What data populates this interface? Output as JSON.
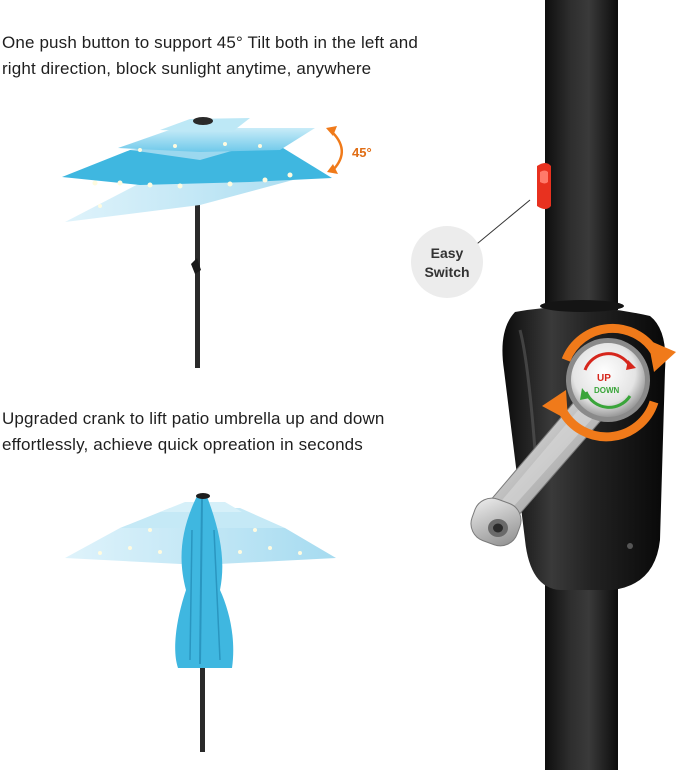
{
  "features": [
    {
      "caption_line1": "One push button to support 45° Tilt both in the left and",
      "caption_line2": "right direction, block sunlight anytime, anywhere",
      "angle_label": "45°"
    },
    {
      "caption_line1": "Upgraded crank to lift patio umbrella up and down",
      "caption_line2": "effortlessly, achieve quick opreation in seconds"
    }
  ],
  "switch_callout": {
    "line1": "Easy",
    "line2": "Switch"
  },
  "crank_dial": {
    "up_label": "UP",
    "down_label": "DOWN"
  },
  "colors": {
    "canopy": "#3fb7e0",
    "canopy_light": "#a9ddf1",
    "pole": "#1e1e1e",
    "switch": "#e8311f",
    "accent_arrow": "#f07a1a",
    "up_red": "#d6261c",
    "down_green": "#3aa53a",
    "callout_bg": "#ececec"
  }
}
